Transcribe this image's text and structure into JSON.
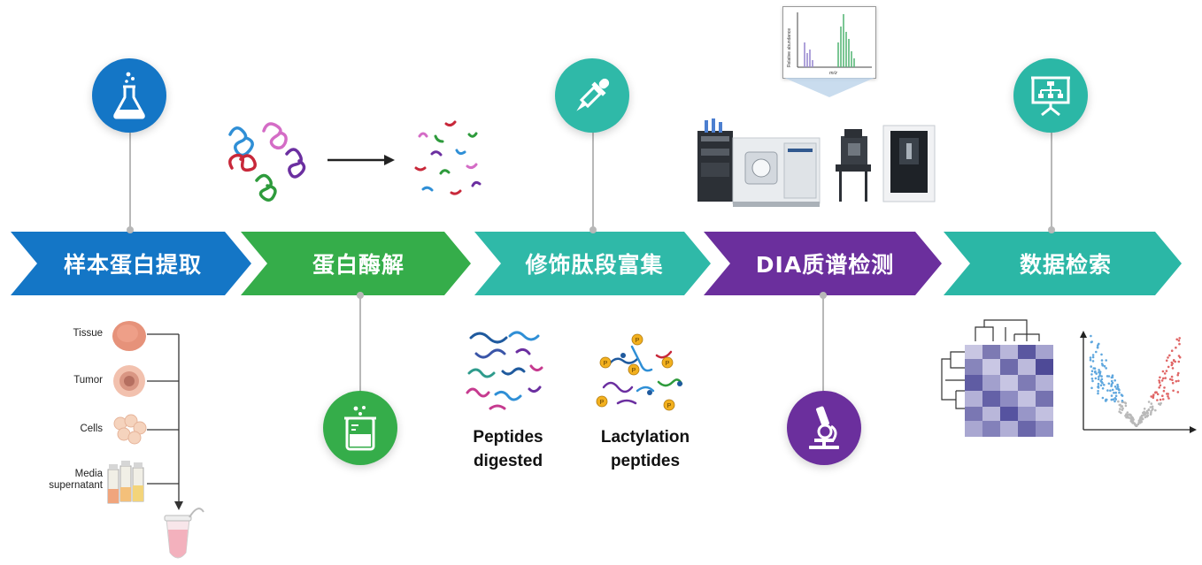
{
  "colors": {
    "blue": "#1476c6",
    "green": "#35ad4a",
    "teal": "#2fb9a8",
    "purple": "#6b2f9d",
    "teal2": "#2bb7a6"
  },
  "steps": [
    {
      "label": "样本蛋白提取",
      "icon": "flask-icon"
    },
    {
      "label": "蛋白酶解",
      "icon": "beaker-icon"
    },
    {
      "label": "修饰肽段富集",
      "icon": "pipette-icon"
    },
    {
      "label": "DIA质谱检测",
      "icon": "microscope-icon"
    },
    {
      "label": "数据检索",
      "icon": "presentation-chart-icon"
    }
  ],
  "samples": [
    {
      "label": "Tissue"
    },
    {
      "label": "Tumor"
    },
    {
      "label": "Cells"
    },
    {
      "label": "Media supernatant",
      "line1": "Media",
      "line2": "supernatant"
    }
  ],
  "enrichment": {
    "peptides_digested": [
      "Peptides",
      "digested"
    ],
    "lactylation_peptides": [
      "Lactylation",
      "peptides"
    ],
    "p_label": "P"
  },
  "spectrum": {
    "ylabel": "Relative abundance",
    "xlabel": "m/z"
  }
}
